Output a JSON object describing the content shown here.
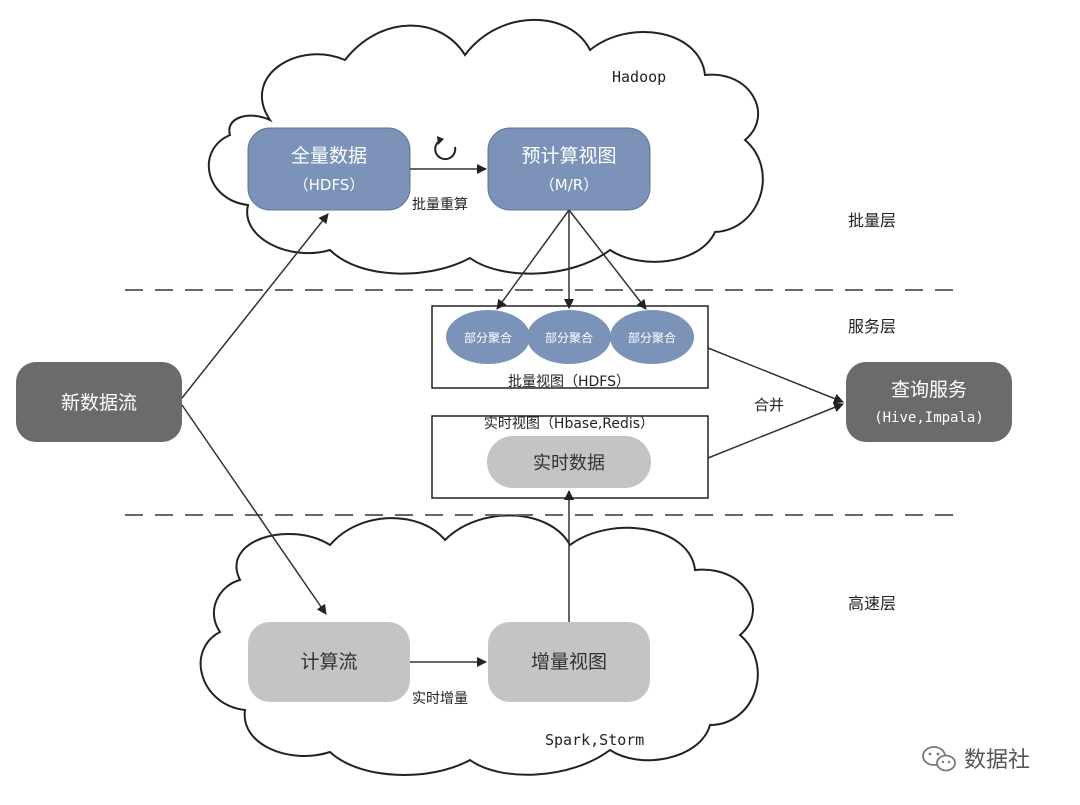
{
  "diagram": {
    "layers": {
      "batch": "批量层",
      "serving": "服务层",
      "speed": "高速层"
    },
    "clouds": {
      "top_label": "Hadoop",
      "bottom_label": "Spark,Storm"
    },
    "nodes": {
      "full_data": {
        "line1": "全量数据",
        "line2": "（HDFS）"
      },
      "precomputed": {
        "line1": "预计算视图",
        "line2": "（M/R）"
      },
      "new_stream": "新数据流",
      "query": {
        "line1": "查询服务",
        "line2": "(Hive,Impala)"
      },
      "partial": [
        "部分聚合",
        "部分聚合",
        "部分聚合"
      ],
      "batch_view_caption": "批量视图（HDFS）",
      "realtime_view_caption": "实时视图（Hbase,Redis）",
      "realtime_data": "实时数据",
      "compute_stream": "计算流",
      "incremental_view": "增量视图"
    },
    "edges": {
      "batch_recompute": "批量重算",
      "merge": "合并",
      "realtime_increment": "实时增量"
    },
    "colors": {
      "blue_node": "#7b92b9",
      "gray_dark": "#6b6b6b",
      "gray_light": "#c4c4c4",
      "line": "#333333"
    }
  },
  "watermark": {
    "text": "数据社",
    "icon": "wechat-icon"
  }
}
